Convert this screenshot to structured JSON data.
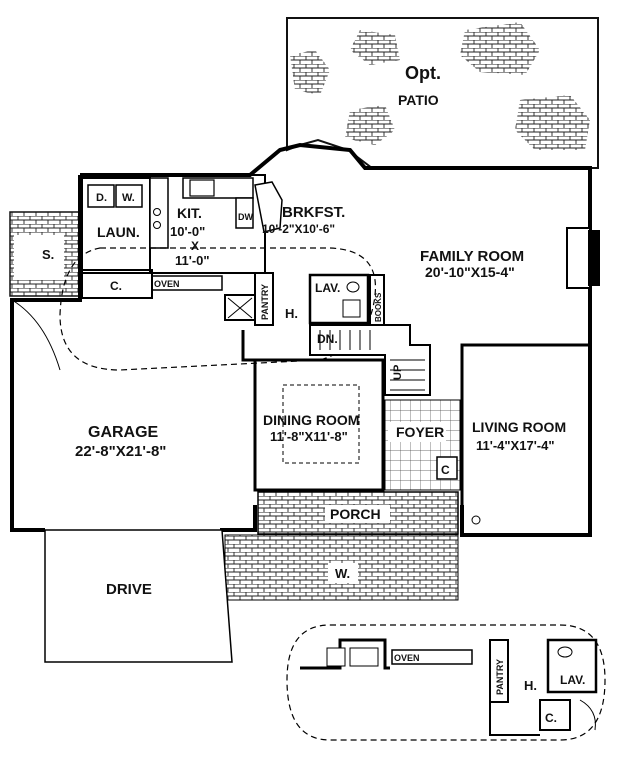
{
  "patio": {
    "opt": "Opt.",
    "name": "PATIO"
  },
  "rooms": {
    "dw_small": "D.",
    "w_small": "W.",
    "laundry": "LAUN.",
    "kitchen_name": "KIT.",
    "kitchen_dim1": "10'-0\"",
    "kitchen_x": "X",
    "kitchen_dim2": "11'-0\"",
    "dishwasher": "DW",
    "breakfast_name": "BRKFST.",
    "breakfast_dim": "10'-2\"X10'-6\"",
    "storage": "S.",
    "closet": "C.",
    "oven": "OVEN",
    "family_name": "FAMILY ROOM",
    "family_dim": "20'-10\"X15-4\"",
    "pantry": "PANTRY",
    "lav": "LAV.",
    "books": "BOOKS",
    "hall": "H.",
    "down": "DN.",
    "up": "UP",
    "garage_name": "GARAGE",
    "garage_dim": "22'-8\"X21'-8\"",
    "dining_name": "DINING ROOM",
    "dining_dim": "11'-8\"X11'-8\"",
    "foyer": "FOYER",
    "foyer_closet": "C",
    "living_name": "LIVING ROOM",
    "living_dim": "11'-4\"X17'-4\"",
    "porch": "PORCH",
    "walk": "W.",
    "drive": "DRIVE"
  },
  "inset": {
    "oven": "OVEN",
    "pantry": "PANTRY",
    "hall": "H.",
    "lav": "LAV.",
    "closet": "C."
  }
}
